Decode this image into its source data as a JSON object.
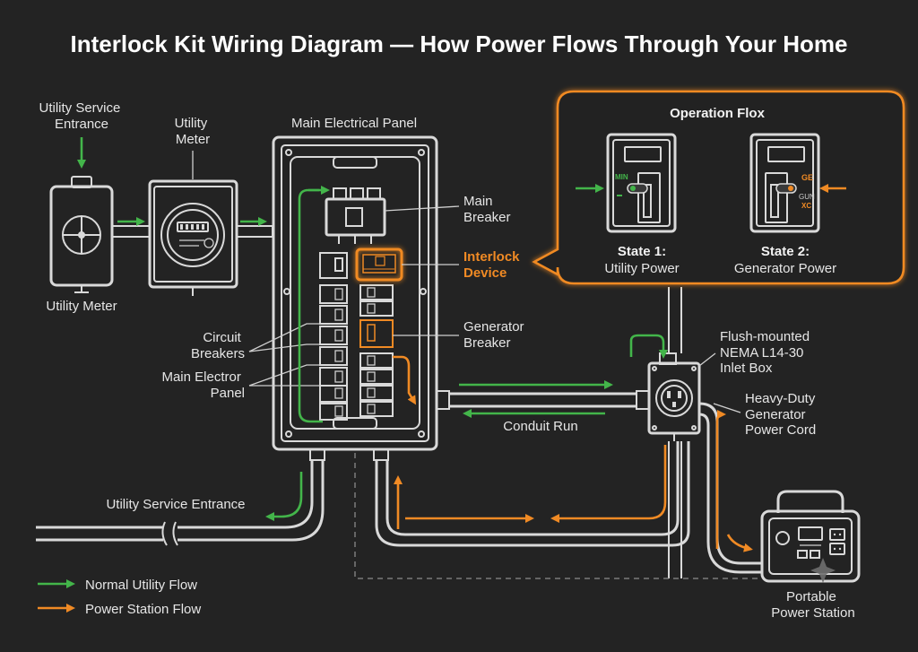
{
  "title": "Interlock Kit Wiring Diagram — How Power Flows Through Your Home",
  "labels": {
    "utility_service_entrance_top": [
      "Utility Service",
      "Entrance"
    ],
    "utility_meter_top": [
      "Utility",
      "Meter"
    ],
    "main_electrical_panel": "Main Electrical Panel",
    "utility_meter_bottom": "Utility Meter",
    "main_breaker": [
      "Main",
      "Breaker"
    ],
    "interlock_device": [
      "Interlock",
      "Device"
    ],
    "generator_breaker": [
      "Generator",
      "Breaker"
    ],
    "circuit_breakers": [
      "Circuit",
      "Breakers"
    ],
    "main_electror_panel": [
      "Main Electror",
      "Panel"
    ],
    "inlet_box": [
      "Flush-mounted",
      "NEMA L14-30",
      "Inlet Box"
    ],
    "power_cord": [
      "Heavy-Duty",
      "Generator",
      "Power Cord"
    ],
    "conduit_run": "Conduit Run",
    "utility_service_entrance_bottom": "Utility Service Entrance",
    "portable_power_station": [
      "Portable",
      "Power Station"
    ]
  },
  "operation": {
    "title": "Operation Flox",
    "state1": {
      "title": "State 1:",
      "subtitle": "Utility Power",
      "tags": [
        "MIN"
      ]
    },
    "state2": {
      "title": "State 2:",
      "subtitle": "Generator Power",
      "tags": [
        "GE",
        "GUN",
        "XC"
      ]
    }
  },
  "legend": [
    {
      "label": "Normal Utility Flow",
      "color": "#43b54a"
    },
    {
      "label": "Power Station Flow",
      "color": "#f08a24"
    }
  ],
  "colors": {
    "background": "#232323",
    "line": "#d9d9d9",
    "utility_flow": "#43b54a",
    "station_flow": "#f08a24"
  }
}
